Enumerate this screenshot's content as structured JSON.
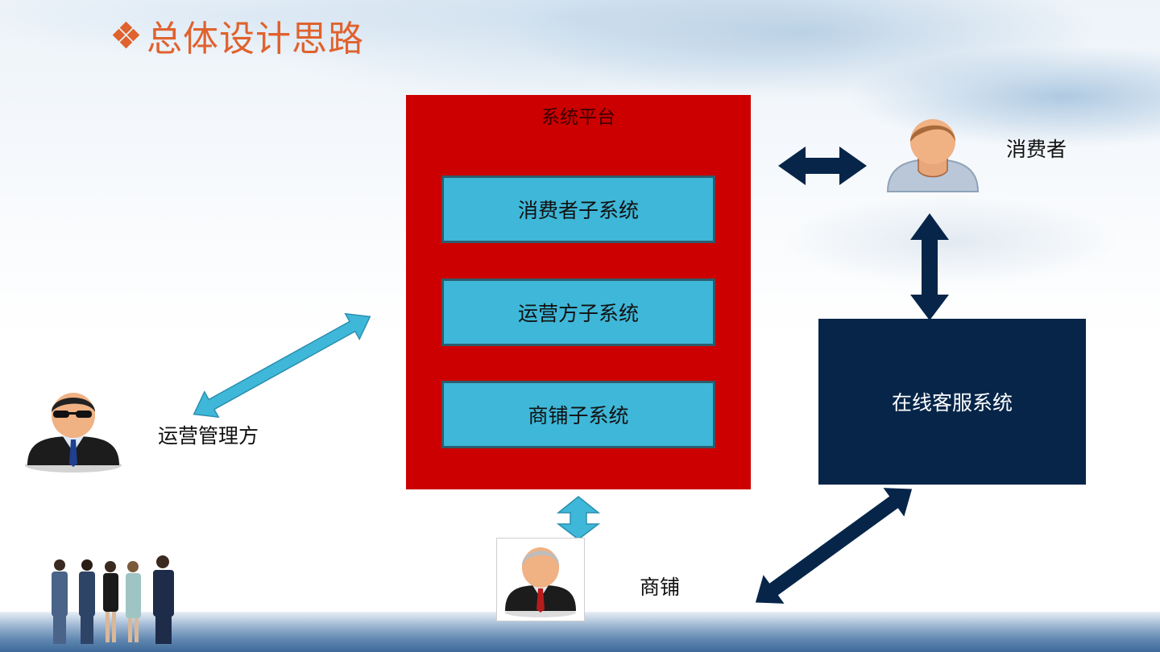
{
  "slide": {
    "title": "总体设计思路",
    "title_bullet_icon": "diamond-cluster-icon",
    "colors": {
      "title": "#e0622e",
      "platform": "#cc0000",
      "subsystem": "#3fb7d8",
      "subsystem_border": "#2d5d6d",
      "service": "#062549",
      "arrow_light": "#3fb7d8",
      "arrow_dark": "#062549"
    }
  },
  "platform": {
    "title": "系统平台",
    "subsystems": [
      {
        "label": "消费者子系统"
      },
      {
        "label": "运营方子系统"
      },
      {
        "label": "商铺子系统"
      }
    ]
  },
  "service": {
    "label": "在线客服系统"
  },
  "actors": {
    "consumer": {
      "label": "消费者",
      "icon": "consumer-avatar-icon"
    },
    "operator": {
      "label": "运营管理方",
      "icon": "operator-avatar-icon"
    },
    "store": {
      "label": "商铺",
      "icon": "store-avatar-icon"
    }
  },
  "connections": [
    {
      "from": "platform",
      "to": "consumer",
      "style": "dark",
      "direction": "both"
    },
    {
      "from": "consumer",
      "to": "service",
      "style": "dark",
      "direction": "both"
    },
    {
      "from": "operator",
      "to": "platform",
      "style": "light",
      "direction": "both"
    },
    {
      "from": "platform",
      "to": "store",
      "style": "light",
      "direction": "both"
    },
    {
      "from": "store",
      "to": "service",
      "style": "dark",
      "direction": "both"
    }
  ]
}
